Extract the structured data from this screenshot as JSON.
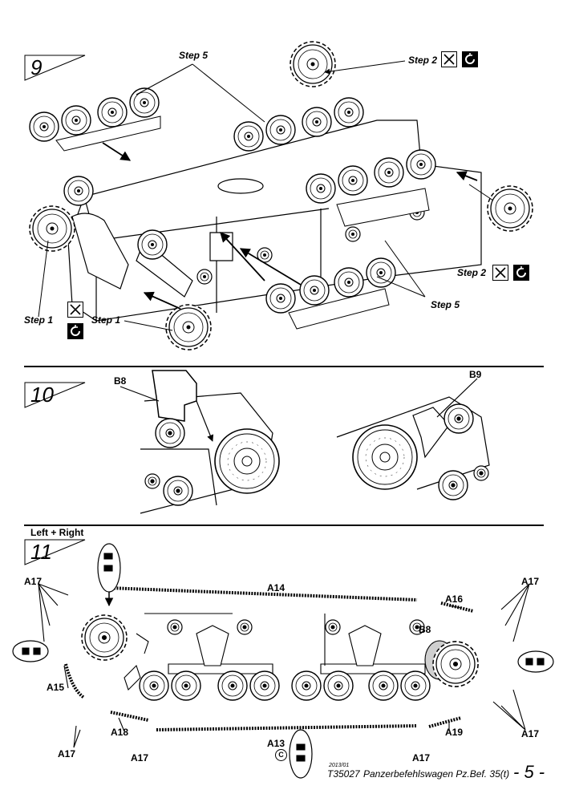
{
  "sections": [
    {
      "number": "9",
      "labels": {
        "step5_top": "Step 5",
        "step2_top": "Step 2",
        "step2_right": "Step 2",
        "step5_bottom": "Step 5",
        "step1_left": "Step 1",
        "step1_center": "Step 1"
      },
      "icons": [
        "no-glue-icon",
        "rotate-icon"
      ]
    },
    {
      "number": "10",
      "labels": {
        "left_part": "B8",
        "right_part": "B9"
      }
    },
    {
      "number": "11",
      "heading": "Left + Right",
      "parts": {
        "a14": "A14",
        "a15": "A15",
        "a16": "A16",
        "a17": "A17",
        "a18": "A18",
        "a19": "A19",
        "a13": "A13",
        "b8": "B8"
      },
      "glue_marker": "C"
    }
  ],
  "footer": {
    "date": "2013/01",
    "code": "T35027",
    "title": "Panzerbefehlswagen Pz.Bef. 35(t)",
    "page": "- 5 -"
  }
}
